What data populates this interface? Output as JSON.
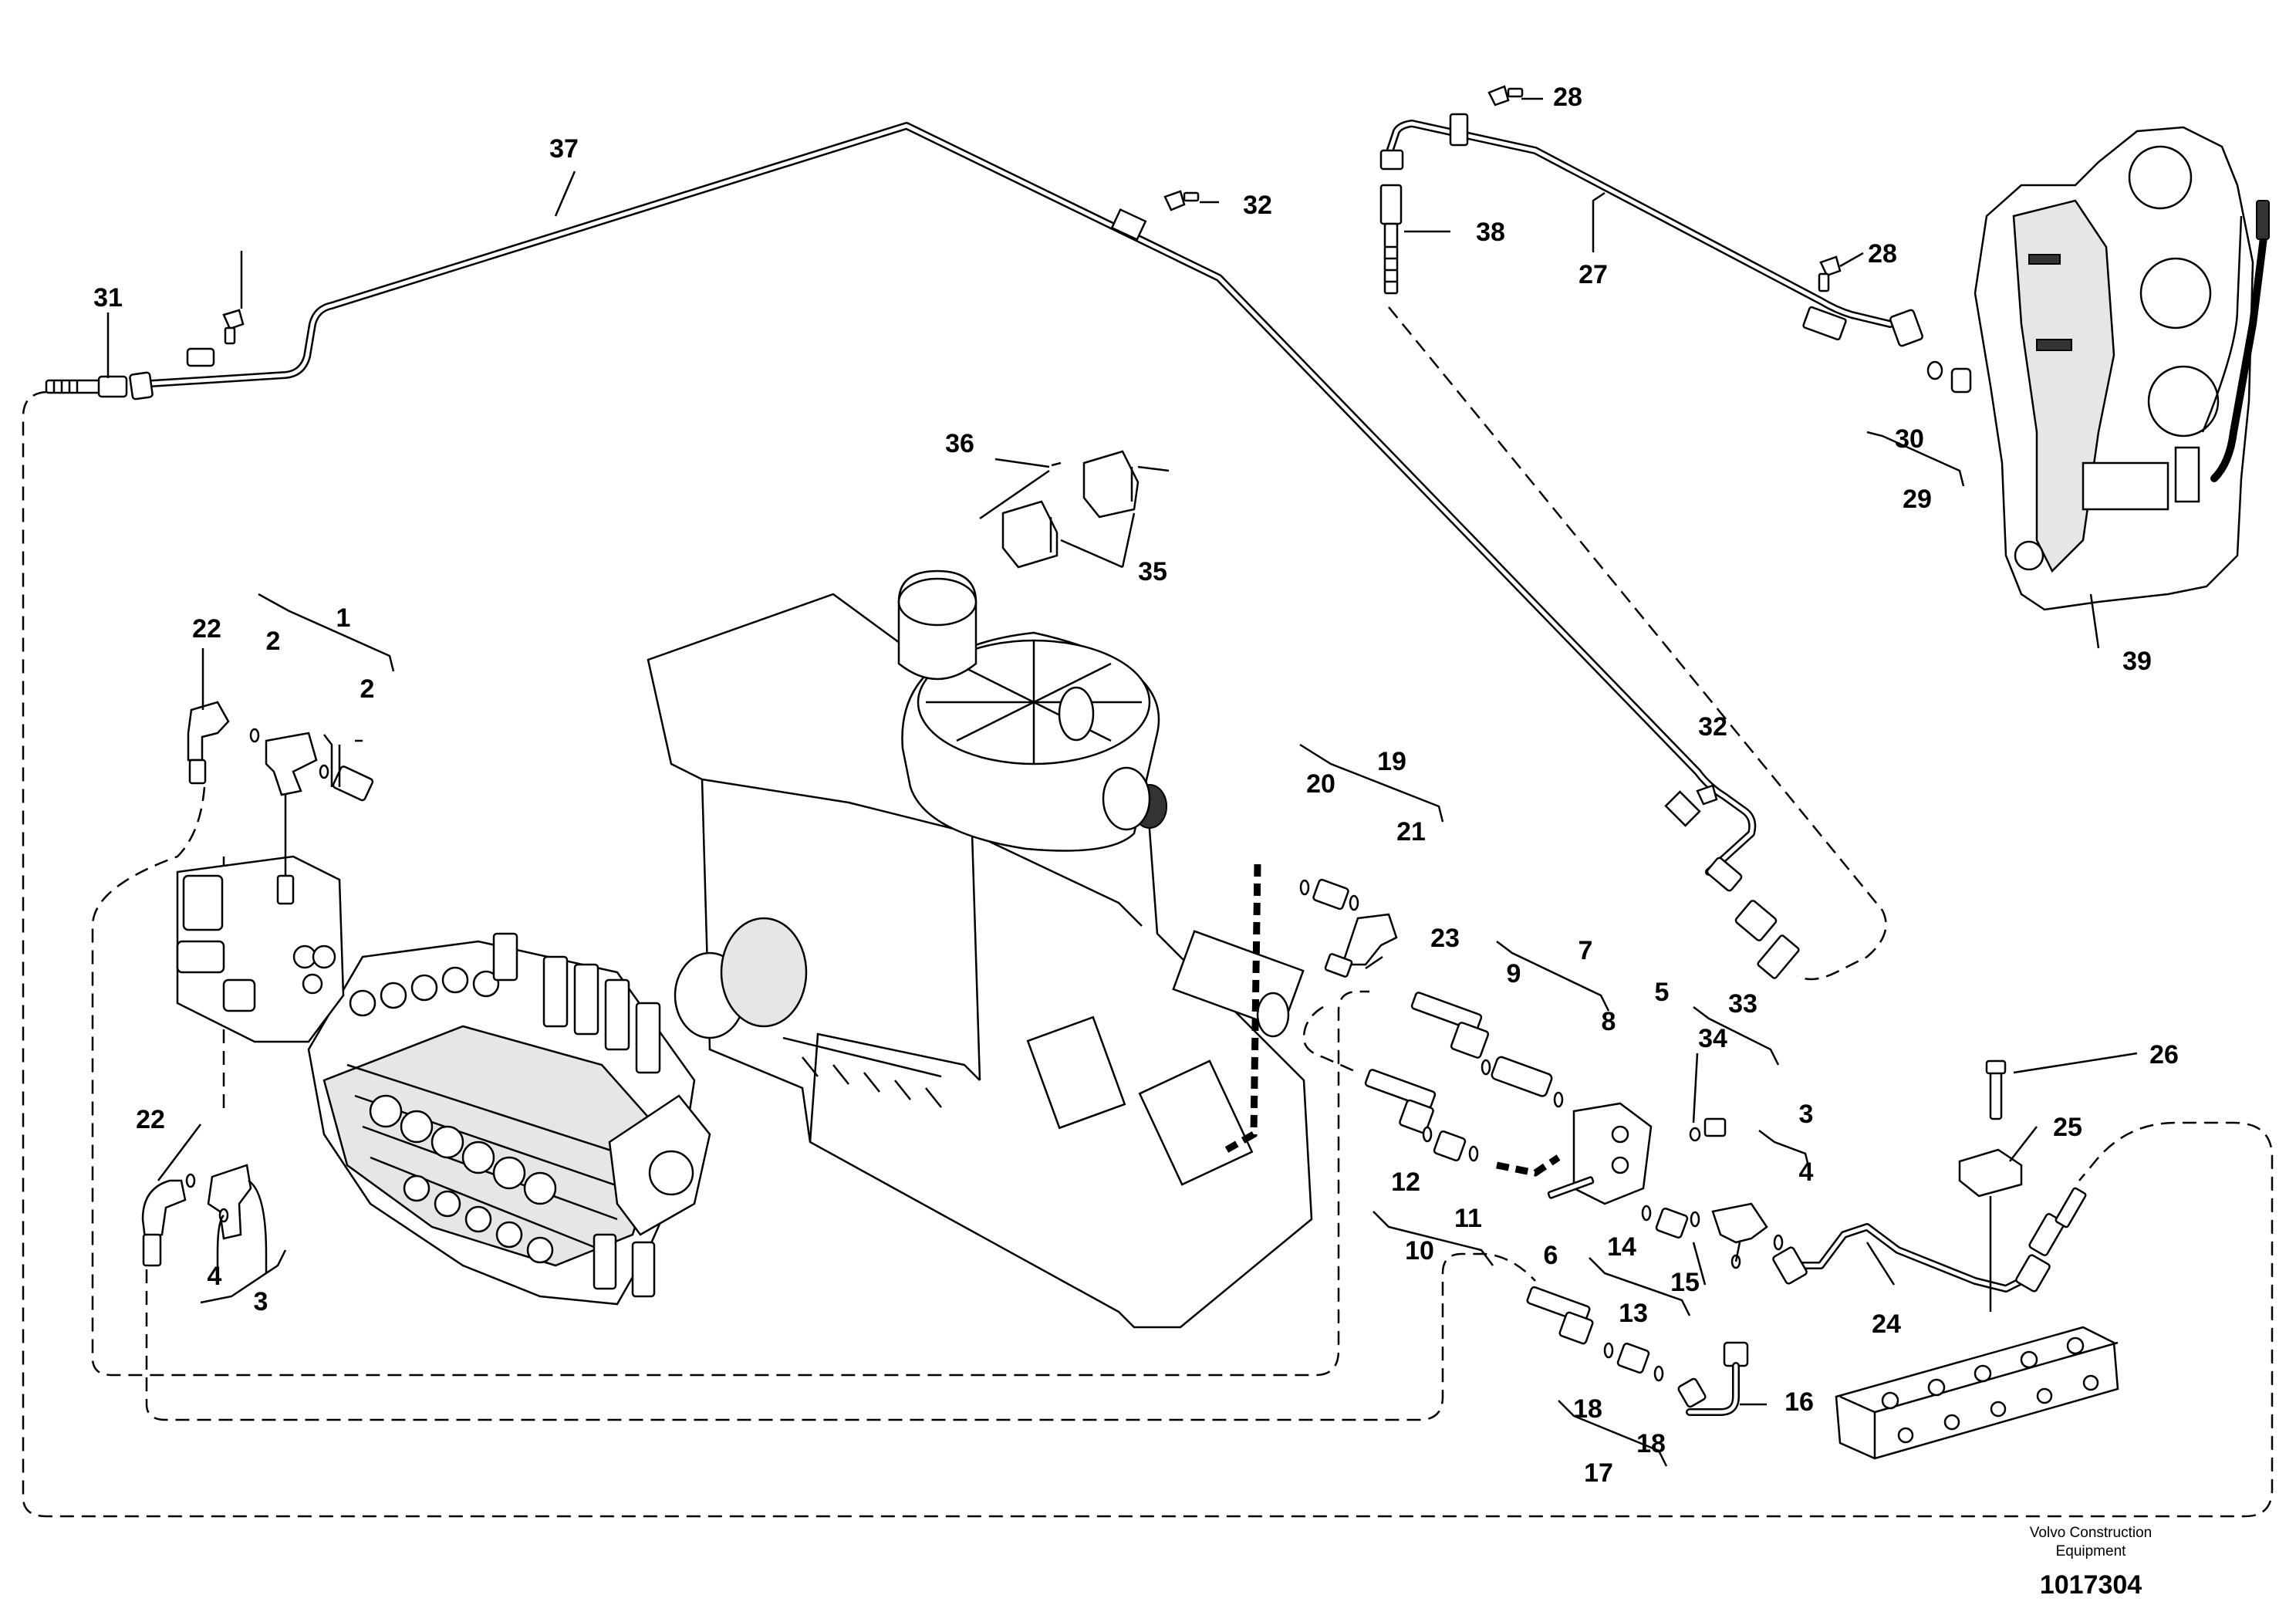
{
  "title_block": {
    "manufacturer": "Volvo Construction\nEquipment",
    "drawing_number": "1017304"
  },
  "callouts": [
    "37",
    "32",
    "31",
    "28",
    "38",
    "27",
    "28",
    "30",
    "29",
    "39",
    "36",
    "35",
    "22",
    "1",
    "2",
    "2",
    "32",
    "19",
    "20",
    "21",
    "23",
    "7",
    "9",
    "8",
    "5",
    "33",
    "34",
    "3",
    "4",
    "12",
    "11",
    "10",
    "6",
    "14",
    "15",
    "13",
    "26",
    "25",
    "22",
    "4",
    "3",
    "24",
    "18",
    "18",
    "17",
    "16"
  ]
}
